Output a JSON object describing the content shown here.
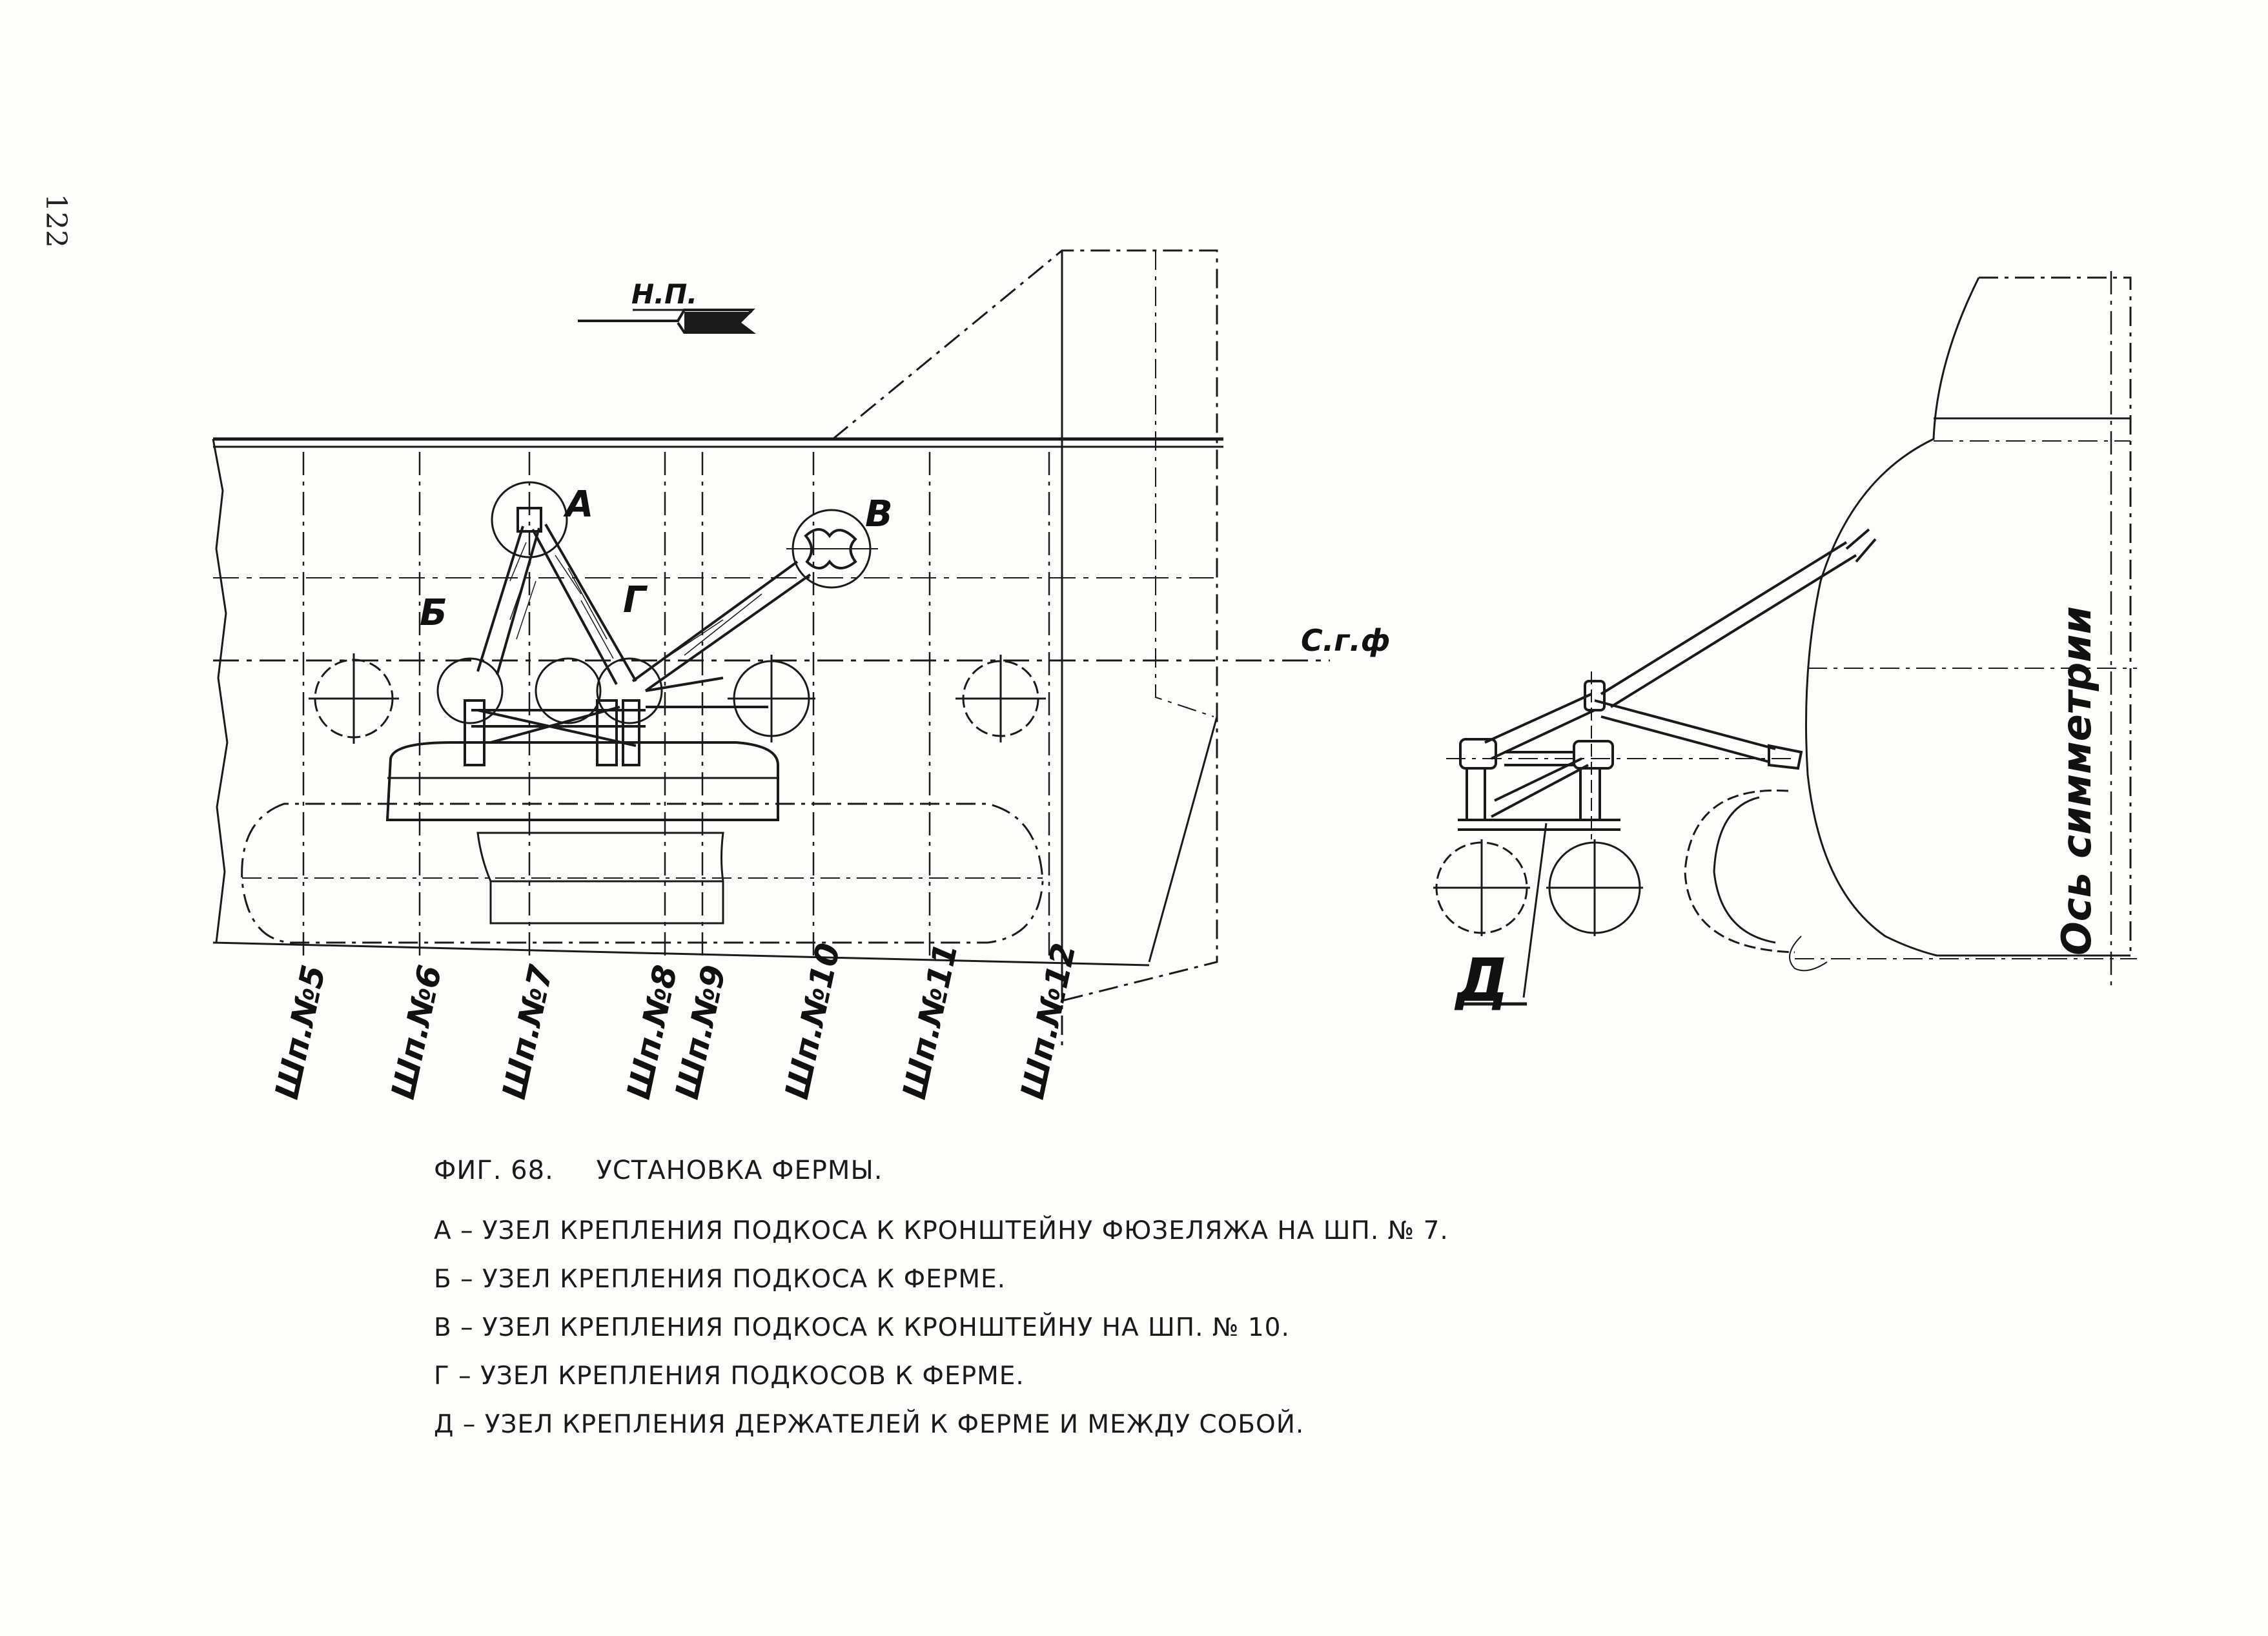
{
  "page_number": "122",
  "caption": {
    "figure": "ФИГ. 68.",
    "title": "УСТАНОВКА ФЕРМЫ."
  },
  "legend": [
    "А – УЗЕЛ КРЕПЛЕНИЯ ПОДКОСА К КРОНШТЕЙНУ ФЮЗЕЛЯЖА НА ШП. № 7.",
    "Б – УЗЕЛ КРЕПЛЕНИЯ ПОДКОСА К ФЕРМЕ.",
    "В – УЗЕЛ КРЕПЛЕНИЯ ПОДКОСА К КРОНШТЕЙНУ НА ШП. № 10.",
    "Г – УЗЕЛ КРЕПЛЕНИЯ ПОДКОСОВ К ФЕРМЕ.",
    "Д – УЗЕЛ КРЕПЛЕНИЯ ДЕРЖАТЕЛЕЙ К ФЕРМЕ И МЕЖДУ СОБОЙ."
  ],
  "labels": {
    "node_a": "А",
    "node_b": "Б",
    "node_v": "В",
    "node_g": "Г",
    "node_d": "Д",
    "flight_direction": "Н.П.",
    "fuselage_axis": "С.г.ф",
    "symmetry_axis": "Ось симметрии"
  },
  "frames": [
    "Шп.№5",
    "Шп.№6",
    "Шп.№7",
    "Шп.№8",
    "Шп.№9",
    "Шп.№10",
    "Шп.№11",
    "Шп.№12"
  ]
}
